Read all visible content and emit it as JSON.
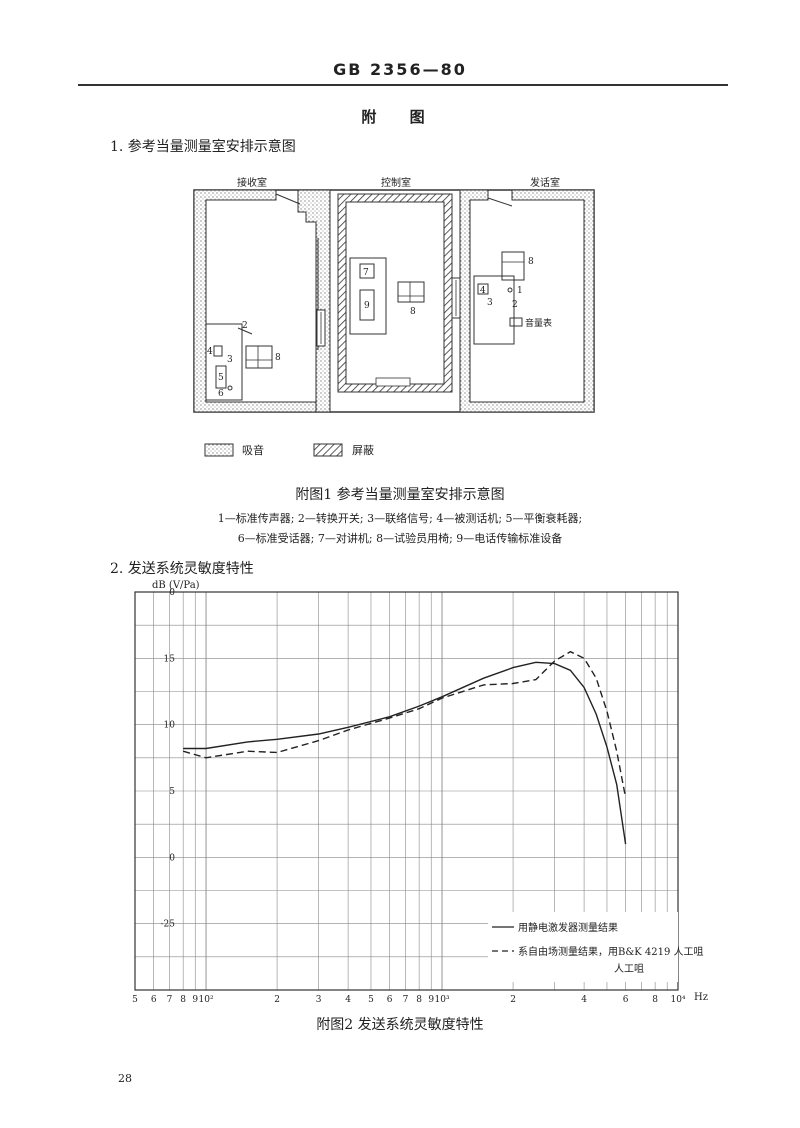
{
  "page": {
    "header": "GB 2356—80",
    "appendix_title": "附  图",
    "page_number": "28"
  },
  "section1": {
    "heading": "1. 参考当量测量室安排示意图",
    "rooms": {
      "receive": "接收室",
      "control": "控制室",
      "send": "发话室"
    },
    "markers": {
      "m1": "1",
      "m2": "2",
      "m3": "3",
      "m4": "4",
      "m5": "5",
      "m6": "6",
      "m7": "7",
      "m8": "8",
      "m9": "9",
      "meter": "音量表"
    },
    "legend": {
      "absorb": "吸音",
      "shield": "屏蔽"
    },
    "caption": "附图1   参考当量测量室安排示意图",
    "key_line1": "1—标准传声器; 2—转换开关; 3—联络信号; 4—被测话机; 5—平衡衰耗器;",
    "key_line2": "6—标准受话器; 7—对讲机; 8—试验员用椅; 9—电话传输标准设备"
  },
  "section2": {
    "heading": "2. 发送系统灵敏度特性",
    "caption": "附图2   发送系统灵敏度特性"
  },
  "chart_data": {
    "type": "line",
    "title": "",
    "ylabel": "dB (V/Pa)",
    "xlabel": "Hz",
    "x_scale": "log",
    "xlim": [
      50,
      10000
    ],
    "y_tick_labels": [
      "0",
      "15",
      "10",
      "5",
      "0",
      "-25"
    ],
    "y_tick_values": [
      20,
      15,
      10,
      5,
      0,
      -5
    ],
    "ylim": [
      -10,
      20
    ],
    "x_tick_labels": [
      "5",
      "6",
      "7",
      "8",
      "9",
      "10²",
      "2",
      "3",
      "4",
      "5",
      "6",
      "7",
      "8",
      "9",
      "10³",
      "2",
      "4",
      "6",
      "8",
      "10⁴"
    ],
    "x_tick_values": [
      50,
      60,
      70,
      80,
      90,
      100,
      200,
      300,
      400,
      500,
      600,
      700,
      800,
      900,
      1000,
      2000,
      4000,
      6000,
      8000,
      10000
    ],
    "grid": true,
    "legend_placement": "bottom-right",
    "series": [
      {
        "name": "用静电激发器测量结果",
        "style": "solid",
        "x": [
          80,
          100,
          150,
          200,
          300,
          400,
          600,
          800,
          1000,
          1500,
          2000,
          2500,
          3000,
          3500,
          4000,
          4500,
          5000,
          5500,
          6000
        ],
        "y": [
          8.2,
          8.2,
          8.7,
          8.9,
          9.3,
          9.8,
          10.6,
          11.4,
          12.1,
          13.5,
          14.3,
          14.7,
          14.6,
          14.1,
          12.8,
          10.8,
          8.3,
          5.5,
          1.0
        ]
      },
      {
        "name": "系自由场测量结果，用B&K 4219 人工咀",
        "style": "dashed",
        "x": [
          80,
          100,
          150,
          200,
          300,
          400,
          600,
          800,
          1000,
          1500,
          2000,
          2500,
          3000,
          3500,
          4000,
          4500,
          5000,
          5500,
          6000
        ],
        "y": [
          8.0,
          7.5,
          8.0,
          7.9,
          8.8,
          9.6,
          10.5,
          11.2,
          12.0,
          13.0,
          13.1,
          13.4,
          14.8,
          15.5,
          15.0,
          13.5,
          11.0,
          8.0,
          4.5
        ]
      }
    ],
    "legend_label_3": "人工咀"
  }
}
